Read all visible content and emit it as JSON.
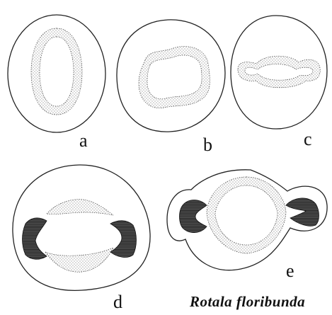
{
  "figure": {
    "species": "Rotala floribunda",
    "panels": [
      {
        "label": "a"
      },
      {
        "label": "b"
      },
      {
        "label": "c"
      },
      {
        "label": "d"
      },
      {
        "label": "e"
      }
    ],
    "colors": {
      "outline": "#222222",
      "stipple": "#555555",
      "dense_hatching": "#111111",
      "background": "#ffffff"
    }
  }
}
